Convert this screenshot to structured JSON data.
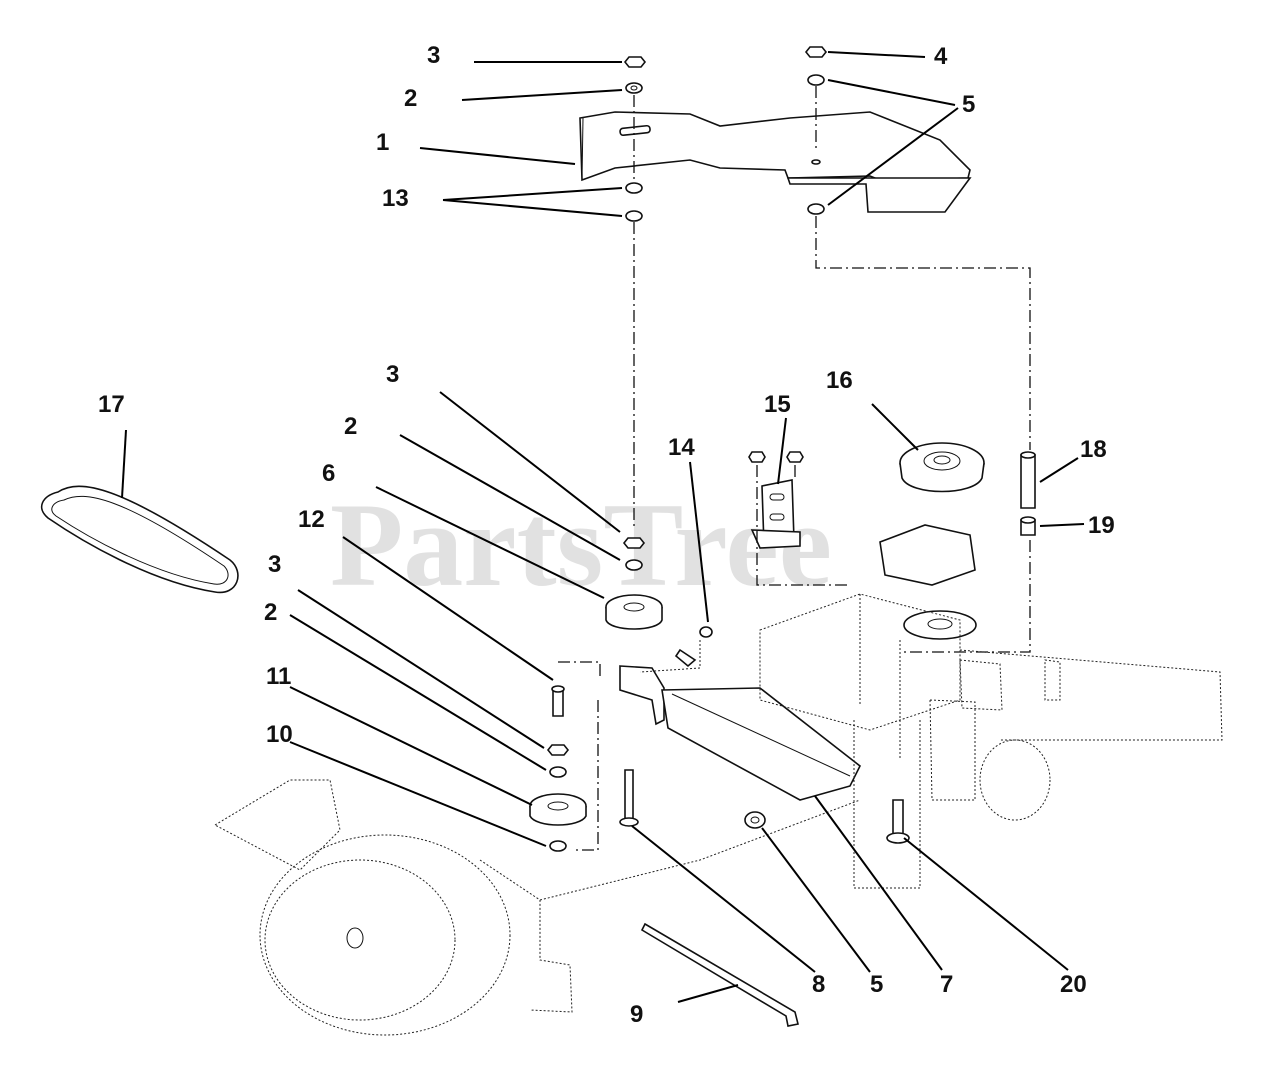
{
  "watermark": "PartsTree",
  "callouts": [
    {
      "id": "c-top-3",
      "label": "3"
    },
    {
      "id": "c-top-2",
      "label": "2"
    },
    {
      "id": "c-1",
      "label": "1"
    },
    {
      "id": "c-13",
      "label": "13"
    },
    {
      "id": "c-4",
      "label": "4"
    },
    {
      "id": "c-top-5",
      "label": "5"
    },
    {
      "id": "c-17",
      "label": "17"
    },
    {
      "id": "c-mid-3",
      "label": "3"
    },
    {
      "id": "c-mid-2",
      "label": "2"
    },
    {
      "id": "c-6",
      "label": "6"
    },
    {
      "id": "c-12",
      "label": "12"
    },
    {
      "id": "c-low-3",
      "label": "3"
    },
    {
      "id": "c-low-2",
      "label": "2"
    },
    {
      "id": "c-11",
      "label": "11"
    },
    {
      "id": "c-10",
      "label": "10"
    },
    {
      "id": "c-14",
      "label": "14"
    },
    {
      "id": "c-15",
      "label": "15"
    },
    {
      "id": "c-16",
      "label": "16"
    },
    {
      "id": "c-18",
      "label": "18"
    },
    {
      "id": "c-19",
      "label": "19"
    },
    {
      "id": "c-9",
      "label": "9"
    },
    {
      "id": "c-8",
      "label": "8"
    },
    {
      "id": "c-bot-5",
      "label": "5"
    },
    {
      "id": "c-7",
      "label": "7"
    },
    {
      "id": "c-20",
      "label": "20"
    }
  ]
}
